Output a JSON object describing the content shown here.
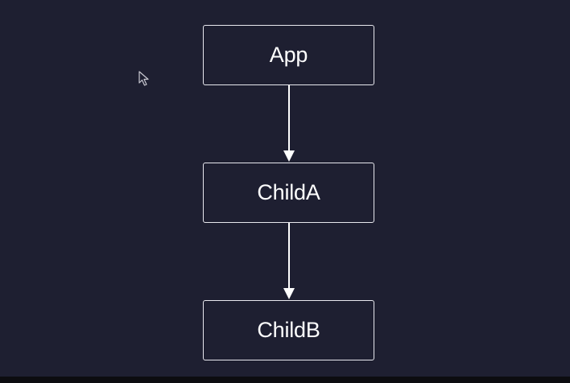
{
  "diagram": {
    "nodes": [
      {
        "id": "app",
        "label": "App"
      },
      {
        "id": "childa",
        "label": "ChildA"
      },
      {
        "id": "childb",
        "label": "ChildB"
      }
    ],
    "edges": [
      {
        "from": "app",
        "to": "childa"
      },
      {
        "from": "childa",
        "to": "childb"
      }
    ]
  },
  "colors": {
    "background": "#1e1f31",
    "node_border": "#e8e8ee",
    "text": "#ffffff",
    "edge": "#ffffff"
  },
  "cursor": {
    "icon": "mouse-pointer-icon"
  }
}
